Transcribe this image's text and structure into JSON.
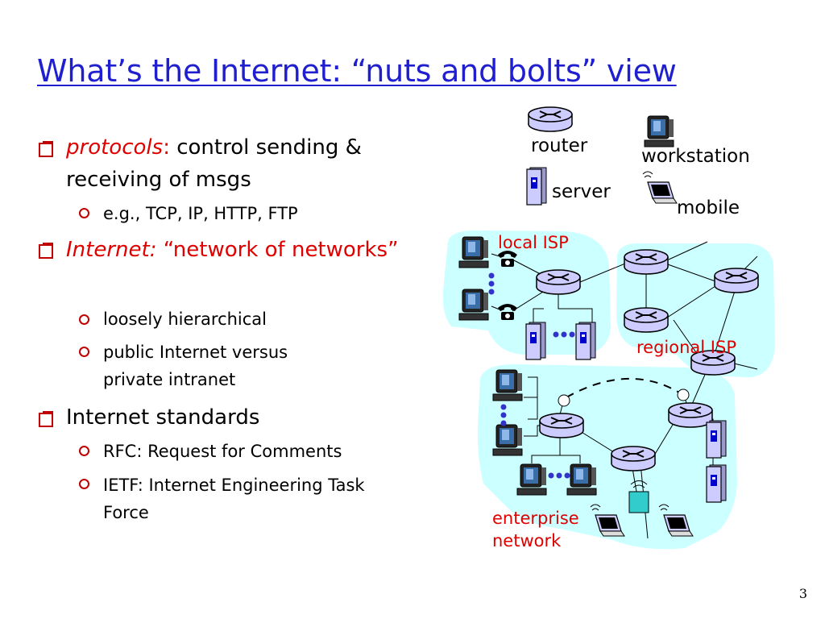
{
  "title": "What’s the Internet: “nuts and bolts” view",
  "bullets": {
    "protocols_term": "protocols",
    "protocols_colon": ":",
    "protocols_text": "control sending & receiving of msgs",
    "protocols_sub": "e.g., TCP, IP, HTTP, FTP",
    "internet_term": "Internet:",
    "internet_text": "“network of networks”",
    "internet_sub1": "loosely hierarchical",
    "internet_sub2": "public Internet versus private intranet",
    "standards": "Internet standards",
    "standards_sub1": "RFC: Request for Comments",
    "standards_sub2": "IETF: Internet Engineering Task Force"
  },
  "legend": {
    "router": "router",
    "workstation": "workstation",
    "server": "server",
    "mobile": "mobile"
  },
  "network_labels": {
    "local_isp": "local ISP",
    "regional_isp": "regional ISP",
    "enterprise": "enterprise network"
  },
  "colors": {
    "title": "#1f1fd0",
    "emphasis": "#e00000",
    "region_fill": "#ccffff",
    "device": "#ccccff"
  },
  "page_number": "3"
}
